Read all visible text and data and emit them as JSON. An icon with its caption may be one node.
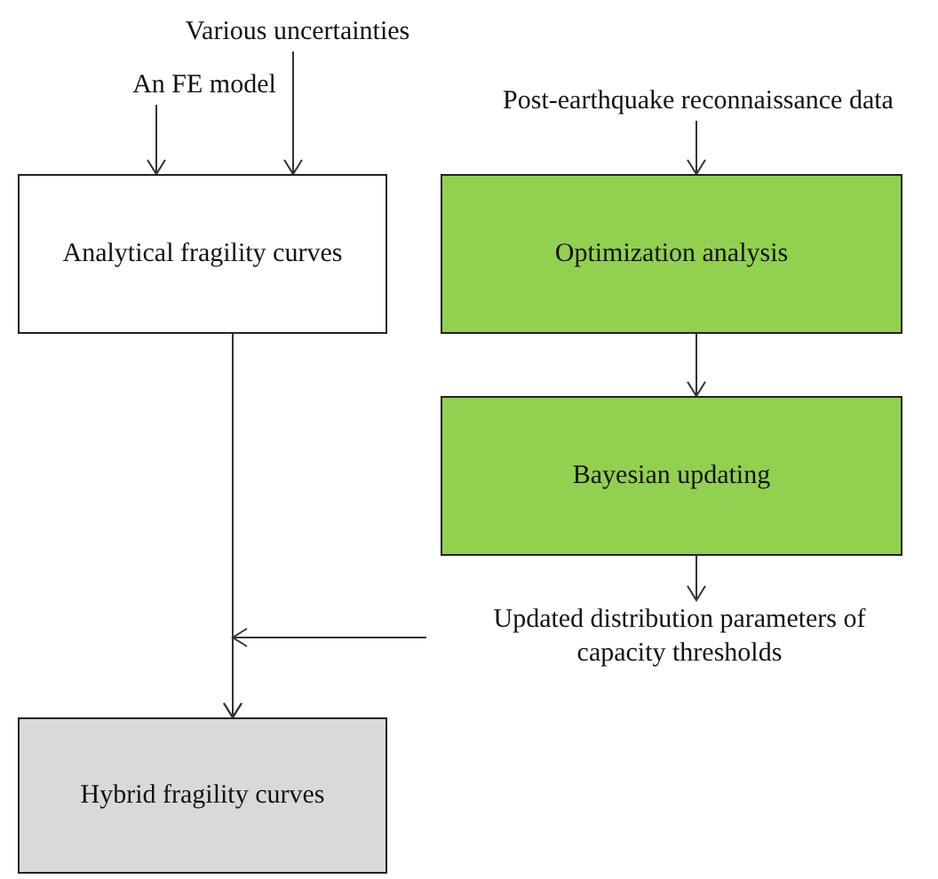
{
  "diagram": {
    "nodes": [
      {
        "text": [
          "An FE model"
        ]
      },
      {
        "text": [
          "Various uncertainties"
        ]
      },
      {
        "text": [
          "Analytical fragility curves"
        ]
      },
      {
        "text": [
          "Post-earthquake reconnaissance data"
        ]
      },
      {
        "text": [
          "Optimization analysis"
        ]
      },
      {
        "text": [
          "Bayesian updating"
        ]
      },
      {
        "text": [
          "Updated distribution parameters of capacity thresholds"
        ]
      },
      {
        "text": [
          "Hybrid fragility curves"
        ]
      }
    ],
    "edges": [
      {
        "from": 0,
        "to": 2,
        "arrow": "to"
      },
      {
        "from": 1,
        "to": 2,
        "arrow": "to"
      },
      {
        "from": 3,
        "to": 4,
        "arrow": "to"
      },
      {
        "from": 4,
        "to": 5,
        "arrow": "to"
      },
      {
        "from": 5,
        "to": 6,
        "arrow": "to"
      },
      {
        "from": 2,
        "to": 7,
        "arrow": "to"
      },
      {
        "from": 6,
        "to": 7,
        "arrow": "to"
      }
    ]
  }
}
